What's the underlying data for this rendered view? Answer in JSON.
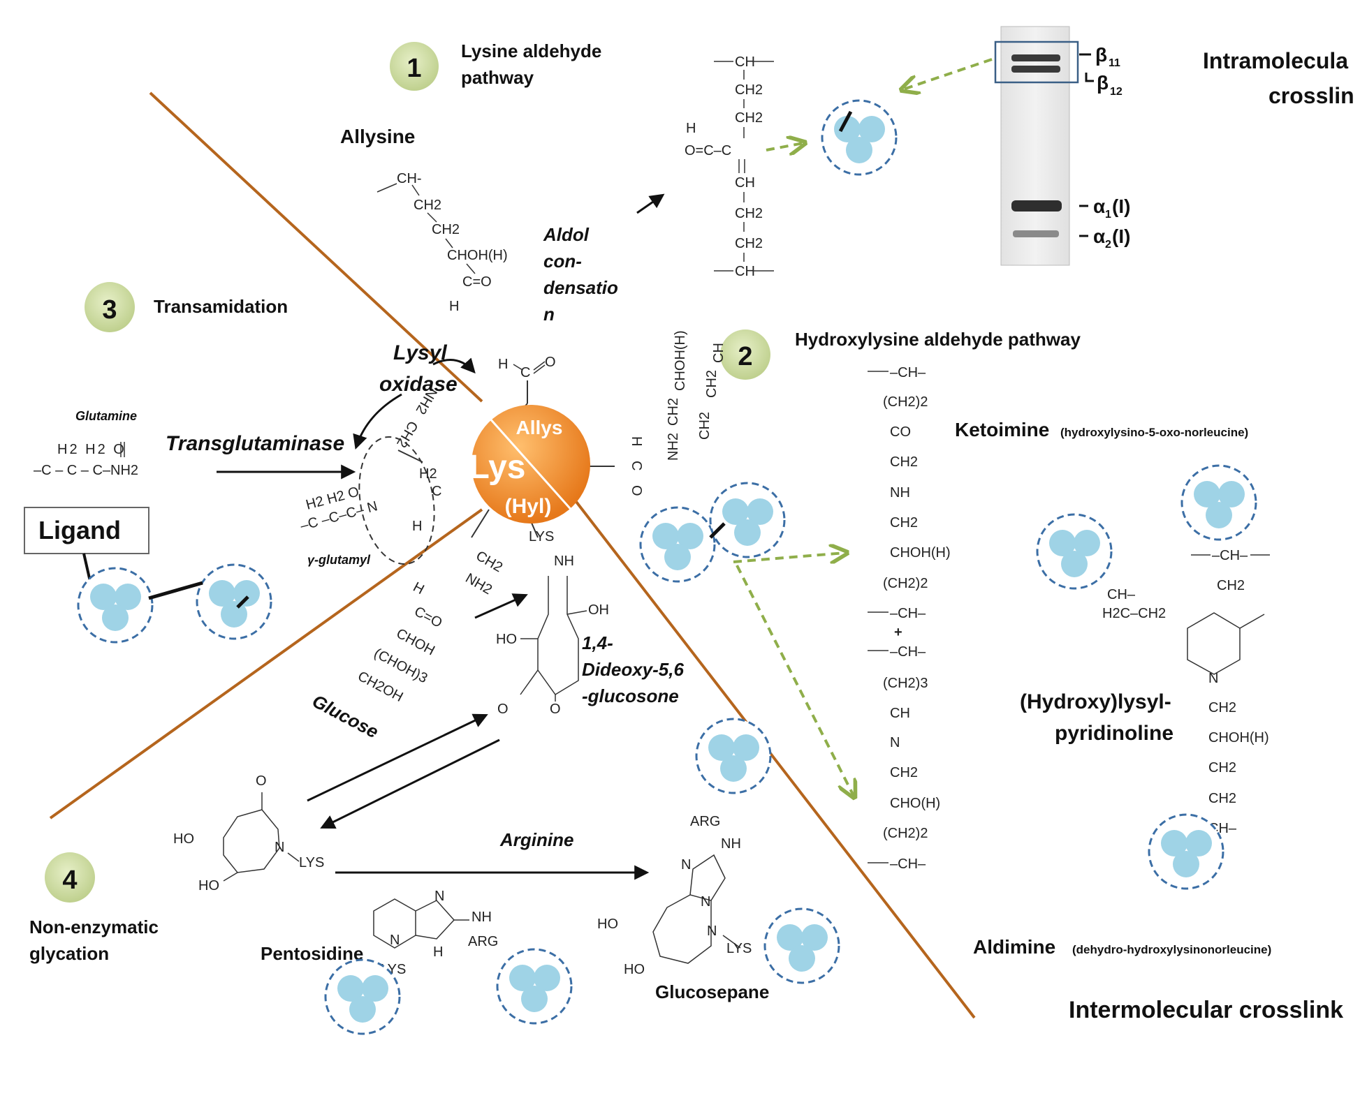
{
  "pathways": [
    {
      "number": "1",
      "label_lines": [
        "Lysine aldehyde",
        "pathway"
      ]
    },
    {
      "number": "2",
      "label_lines": [
        "Hydroxylysine aldehyde pathway"
      ]
    },
    {
      "number": "3",
      "label_lines": [
        "Transamidation"
      ]
    },
    {
      "number": "4",
      "label_lines": [
        "Non-enzymatic",
        "glycation"
      ]
    }
  ],
  "center": {
    "main": "Lys",
    "top": "Allys",
    "bottom": "(Hyl)",
    "color": "#f08a1c"
  },
  "labels": {
    "allysine": "Allysine",
    "aldol": [
      "Aldol",
      "con-",
      "densatio",
      "n"
    ],
    "lysyl_oxidase": [
      "Lysyl",
      "oxidase"
    ],
    "glutamine": "Glutamine",
    "transglutaminase": "Transglutaminase",
    "ligand": "Ligand",
    "gamma_glutamyl": "γ-glutamyl",
    "dideoxy": [
      "1,4-",
      "Dideoxy-5,6",
      "-glucosone"
    ],
    "glucose": "Glucose",
    "arginine": "Arginine",
    "pentosidine": "Pentosidine",
    "glucosepane": "Glucosepane",
    "ketoimine": "Ketoimine",
    "ketoimine_sub": "(hydroxylysino-5-oxo-norleucine)",
    "aldimine": "Aldimine",
    "aldimine_sub": "(dehydro-hydroxylysinonorleucine)",
    "pyridinoline": [
      "(Hydroxy)lysyl-",
      "pyridinoline"
    ],
    "intramolecular": [
      "Intramolecula",
      "crosslin"
    ],
    "intermolecular": "Intermolecular crosslink"
  },
  "gel_bands": {
    "beta11": "β",
    "beta11_sub": "11",
    "beta12": "β",
    "beta12_sub": "12",
    "alpha1": "α",
    "alpha1_sub": "1",
    "alpha1_tail": "(I)",
    "alpha2": "α",
    "alpha2_sub": "2",
    "alpha2_tail": "(I)"
  },
  "chem": {
    "allysine_chain": [
      "CH-",
      "CH2",
      "CH2",
      "CHOH(H)",
      "C=O",
      "H"
    ],
    "aldol_product": [
      "CH",
      "CH2",
      "CH2",
      "H",
      "O=C–C",
      "CH",
      "CH2",
      "CH2",
      "CH"
    ],
    "center_top": [
      "H",
      "C",
      "O"
    ],
    "center_left": [
      "NH2",
      "CH2"
    ],
    "glutamine_formula": [
      "H2 H2 O",
      "–C – C – C–NH2"
    ],
    "gamma_formula": [
      "H2 H2 O",
      "–C –C–C– N",
      "H",
      "H2",
      "C"
    ],
    "center_right": [
      "H",
      "C",
      "O"
    ],
    "hyl_chain": [
      "NH2",
      "CH2",
      "CHOH(H)",
      "CH2",
      "CH2",
      "CH"
    ],
    "center_bottom": [
      "CH2",
      "NH2",
      "LYS",
      "NH"
    ],
    "dideoxy_formula": [
      "OH",
      "HO",
      "O",
      "O"
    ],
    "glucose_chain": [
      "H",
      "C=O",
      "CHOH",
      "(CHOH)3",
      "CH2OH"
    ],
    "ketoimine_chain": [
      "–CH–",
      "(CH2)2",
      "CO",
      "CH2",
      "NH",
      "CH2",
      "CHOH(H)",
      "(CH2)2",
      "–CH–",
      "+",
      "–CH–",
      "(CH2)3",
      "CH",
      "N",
      "CH2",
      "CHO(H)",
      "(CH2)2",
      "–CH–"
    ],
    "pyridinoline_formula": [
      "–CH–",
      "CH2",
      "CH–",
      "H2C–CH2",
      "N",
      "CH2",
      "CHOH(H)",
      "CH2",
      "CH2",
      "CH–"
    ],
    "glycation_ring": [
      "O",
      "HO",
      "N",
      "LYS",
      "HO"
    ],
    "pentosidine_formula": [
      "N",
      "NH",
      "N",
      "H",
      "ARG",
      "LYS"
    ],
    "glucosepane_formula": [
      "ARG",
      "NH",
      "N",
      "N",
      "HO",
      "N",
      "LYS",
      "HO"
    ]
  }
}
